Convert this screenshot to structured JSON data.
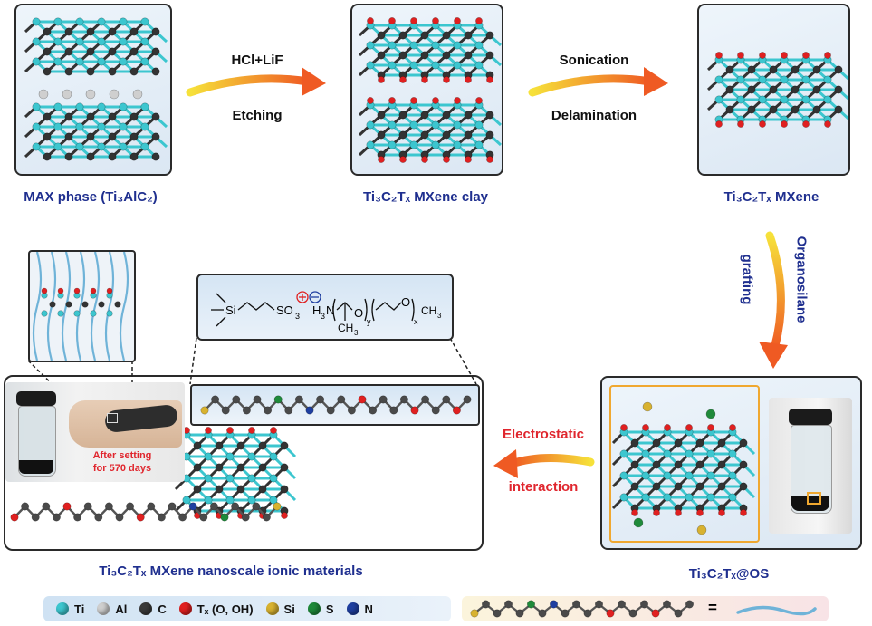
{
  "captions": {
    "max_phase": "MAX phase (Ti₃AlC₂)",
    "clay": "Ti₃C₂Tₓ MXene clay",
    "mxene": "Ti₃C₂Tₓ MXene",
    "os": "Ti₃C₂Tₓ@OS",
    "nim": "Ti₃C₂Tₓ MXene nanoscale ionic materials"
  },
  "arrows": {
    "a1_top": "HCl+LiF",
    "a1_bottom": "Etching",
    "a2_top": "Sonication",
    "a2_bottom": "Delamination",
    "a3_line1": "Organosilane",
    "a3_line2": "grafting",
    "a4_top": "Electrostatic",
    "a4_bottom": "interaction"
  },
  "photo_note": {
    "line1": "After setting",
    "line2": "for 570 days"
  },
  "formula": {
    "si": "Si",
    "so3": "SO",
    "so3_sub": "3",
    "h3n": "H",
    "h3n_sub": "3",
    "n": "N",
    "o1": "O",
    "o2": "O",
    "y": "y",
    "x": "x",
    "ch3_a": "CH",
    "ch3_a_sub": "3",
    "ch3_b": "CH",
    "ch3_b_sub": "3"
  },
  "legend": {
    "items": [
      {
        "label": "Ti",
        "color": "#3cc6cf"
      },
      {
        "label": "Al",
        "color": "#cfcfcf"
      },
      {
        "label": "C",
        "color": "#3a3a3a"
      },
      {
        "label": "Tₓ (O, OH)",
        "color": "#e02020"
      },
      {
        "label": "Si",
        "color": "#d8b230"
      },
      {
        "label": "S",
        "color": "#1f8a3a"
      },
      {
        "label": "N",
        "color": "#1f3fa0"
      }
    ],
    "equals": "="
  },
  "colors": {
    "ti": "#3cc6cf",
    "carbon": "#333333",
    "oxygen": "#e02020",
    "arrow_start": "#f6e13a",
    "arrow_end": "#ef5a23",
    "caption": "#1f2f8f",
    "red_text": "#e0262e"
  }
}
